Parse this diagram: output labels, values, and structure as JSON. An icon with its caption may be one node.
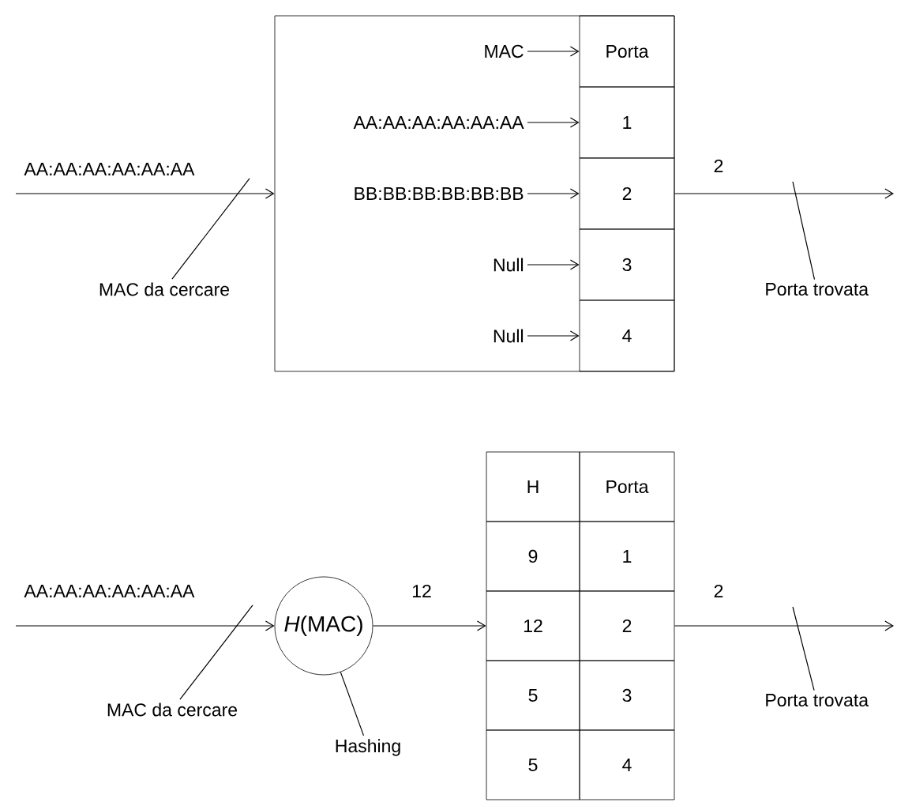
{
  "diagram": {
    "nodes": [
      {
        "text": [],
        "shape": "box"
      },
      {
        "text": [
          "Porta"
        ],
        "in": 0
      },
      {
        "text": [
          "1"
        ],
        "in": 0
      },
      {
        "text": [
          "2"
        ],
        "in": 0
      },
      {
        "text": [
          "3"
        ],
        "in": 0
      },
      {
        "text": [
          "4"
        ],
        "in": 0
      },
      {
        "text": [
          "MAC"
        ],
        "in": 0
      },
      {
        "text": [
          "AA:AA:AA:AA:AA:AA"
        ],
        "in": 0
      },
      {
        "text": [
          "BB:BB:BB:BB:BB:BB"
        ],
        "in": 0
      },
      {
        "text": [
          "Null"
        ],
        "in": 0
      },
      {
        "text": [
          "Null"
        ],
        "in": 0
      },
      {
        "text": [
          "MAC da cercare"
        ]
      },
      {
        "text": [
          "Porta trovata"
        ]
      },
      {
        "text": [
          "*H*(MAC)"
        ]
      },
      {
        "text": [
          "Hashing"
        ]
      },
      {
        "text": [
          "H"
        ]
      },
      {
        "text": [
          "Porta"
        ]
      },
      {
        "text": [
          "9"
        ]
      },
      {
        "text": [
          "1"
        ]
      },
      {
        "text": [
          "12"
        ]
      },
      {
        "text": [
          "2"
        ]
      },
      {
        "text": [
          "5"
        ]
      },
      {
        "text": [
          "3"
        ]
      },
      {
        "text": [
          "5"
        ]
      },
      {
        "text": [
          "4"
        ]
      },
      {
        "text": [
          "MAC da cercare"
        ]
      },
      {
        "text": [
          "Porta trovata"
        ]
      }
    ],
    "edges": [
      {
        "from": null,
        "to": 0,
        "arrow": "to",
        "label": "AA:AA:AA:AA:AA:AA"
      },
      {
        "from": 3,
        "to": null,
        "arrow": "to",
        "label": "2"
      },
      {
        "from": 6,
        "to": 1,
        "arrow": "to"
      },
      {
        "from": 7,
        "to": 2,
        "arrow": "to"
      },
      {
        "from": 8,
        "to": 3,
        "arrow": "to"
      },
      {
        "from": 9,
        "to": 4,
        "arrow": "to"
      },
      {
        "from": 10,
        "to": 5,
        "arrow": "to"
      },
      {
        "from": 11,
        "to": null,
        "arrow": "none"
      },
      {
        "from": 12,
        "to": null,
        "arrow": "none"
      },
      {
        "from": null,
        "to": 13,
        "arrow": "to",
        "label": "AA:AA:AA:AA:AA:AA"
      },
      {
        "from": 13,
        "to": 19,
        "arrow": "to",
        "label": "12"
      },
      {
        "from": 20,
        "to": null,
        "arrow": "to",
        "label": "2"
      },
      {
        "from": 14,
        "to": 13,
        "arrow": "none"
      },
      {
        "from": 25,
        "to": null,
        "arrow": "none"
      },
      {
        "from": 26,
        "to": null,
        "arrow": "none"
      }
    ]
  }
}
